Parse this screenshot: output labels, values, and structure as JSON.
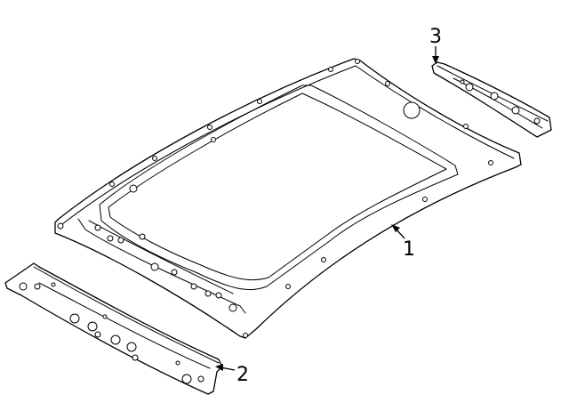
{
  "callouts": [
    {
      "id": "roof-panel",
      "label": "1"
    },
    {
      "id": "front-rail",
      "label": "2"
    },
    {
      "id": "rear-rail",
      "label": "3"
    }
  ]
}
